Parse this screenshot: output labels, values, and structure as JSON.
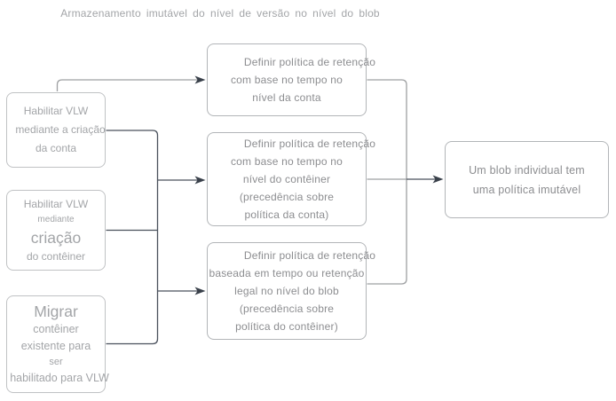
{
  "title": "Armazenamento imutável do nível de versão no nível do blob",
  "colors": {
    "bg": "#ffffff",
    "box_border": "#b2b5b8",
    "box_border_left": "#c0c2c4",
    "text_light": "#a3a5a8",
    "text_mid": "#8c8d90",
    "edge_gray": "#9ea0a2",
    "edge_dark": "#4a515c",
    "arrowhead": "#39404a"
  },
  "nodes": {
    "l1": {
      "lines": [
        "Habilitar VLW",
        "mediante a criação",
        "da conta"
      ]
    },
    "l2": {
      "lines": [
        "Habilitar VLW",
        "mediante",
        "criação",
        "do contêiner"
      ]
    },
    "l3": {
      "lines": [
        "Migrar",
        "contêiner",
        "existente para",
        "ser",
        "habilitado para VLW"
      ]
    },
    "m1": {
      "lines": [
        "Definir política de retenção",
        "com base no tempo no",
        "nível da conta"
      ]
    },
    "m2": {
      "lines": [
        "Definir política de retenção",
        "com base no tempo no",
        "nível do contêiner",
        "(precedência sobre",
        "política da conta)"
      ]
    },
    "m3": {
      "lines": [
        "Definir política de retenção",
        "baseada em tempo ou retenção",
        "legal no nível do blob",
        "(precedência sobre",
        "política do contêiner)"
      ]
    },
    "r1": {
      "lines": [
        "Um blob individual tem",
        "uma política imutável"
      ]
    }
  }
}
